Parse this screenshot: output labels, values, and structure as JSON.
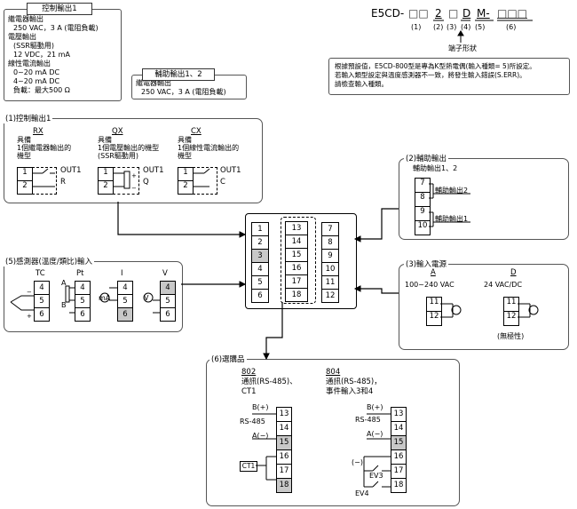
{
  "model_code": {
    "prefix": "E5CD-",
    "boxes": "□□",
    "c2": "2",
    "c3": "□",
    "c4": "D",
    "c5": "M-",
    "c6": "□□□",
    "n1": "(1)",
    "n2": "(2)",
    "n3": "(3)",
    "n4": "(4)",
    "n5": "(5)",
    "n6": "(6)",
    "arrow_label": "端子形狀"
  },
  "ctrl_out_box": {
    "title": "控制輸出1",
    "lines": [
      "繼電器輸出",
      "250 VAC，3 A (電阻負載)",
      "電壓輸出",
      "(SSR驅動用)",
      "12 VDC，21 mA",
      "線性電流輸出",
      "0~20 mA DC",
      "4~20 mA DC",
      "負載：最大500 Ω"
    ]
  },
  "aux_out_box": {
    "title": "輔助輸出1、2",
    "lines": [
      "繼電器輸出",
      "250 VAC，3 A (電阻負載)"
    ]
  },
  "note_box": {
    "lines": [
      "根據預設值，E5CD-800型是專為K型熱電偶(輸入種類= 5)所設定。",
      "若輸入類型設定與溫度感測器不一致，將發生輸入錯誤(S.ERR)。",
      "請檢查輸入種類。"
    ]
  },
  "sec1": {
    "title": "(1)控制輸出1",
    "rx": {
      "code": "RX",
      "desc": [
        "具備",
        "1個繼電器輸出的",
        "機型"
      ],
      "out": "OUT1",
      "sym": "R"
    },
    "qx": {
      "code": "QX",
      "desc": [
        "具備",
        "1個電壓輸出的機型",
        "(SSR驅動用)"
      ],
      "out": "OUT1",
      "sym": "Q"
    },
    "cx": {
      "code": "CX",
      "desc": [
        "具備",
        "1個線性電流輸出的",
        "機型"
      ],
      "out": "OUT1",
      "sym": "C"
    }
  },
  "sec2": {
    "title": "(2)輔助輸出",
    "subtitle": "輔助輸出1、2",
    "aux2": "輔助輸出2",
    "aux1": "輔助輸出1"
  },
  "sec3": {
    "title": "(3)輸入電源",
    "a_code": "A",
    "a_desc": "100~240 VAC",
    "d_code": "D",
    "d_desc": "24 VAC/DC",
    "nopol": "(無極性)"
  },
  "sec5": {
    "title": "(5)感測器(溫度/類比)輸入",
    "tc": "TC",
    "pt": "Pt",
    "i": "I",
    "v": "V",
    "pt_a": "A",
    "pt_b": "B",
    "ma": "mA",
    "vsym": "V"
  },
  "sec6": {
    "title": "(6)選購品",
    "o802_code": "802",
    "o802_desc": [
      "通訊(RS-485)、",
      "CT1"
    ],
    "o804_code": "804",
    "o804_desc": [
      "通訊(RS-485)，",
      "事件輸入3和4"
    ],
    "bplus": "B(+)",
    "rs485": "RS-485",
    "aminus": "A(−)",
    "ct1": "CT1",
    "minus": "(−)",
    "ev3": "EV3",
    "ev4": "EV4"
  },
  "terminals": {
    "left": [
      "1",
      "2",
      "3",
      "4",
      "5",
      "6"
    ],
    "middle": [
      "13",
      "14",
      "15",
      "16",
      "17",
      "18"
    ],
    "right": [
      "7",
      "8",
      "9",
      "10",
      "11",
      "12"
    ],
    "aux_col": [
      "7",
      "8",
      "9",
      "10"
    ],
    "pwr": [
      "11",
      "12"
    ],
    "in": [
      "4",
      "5",
      "6"
    ],
    "out": [
      "1",
      "2"
    ],
    "opt": [
      "13",
      "14",
      "15",
      "16",
      "17",
      "18"
    ]
  }
}
